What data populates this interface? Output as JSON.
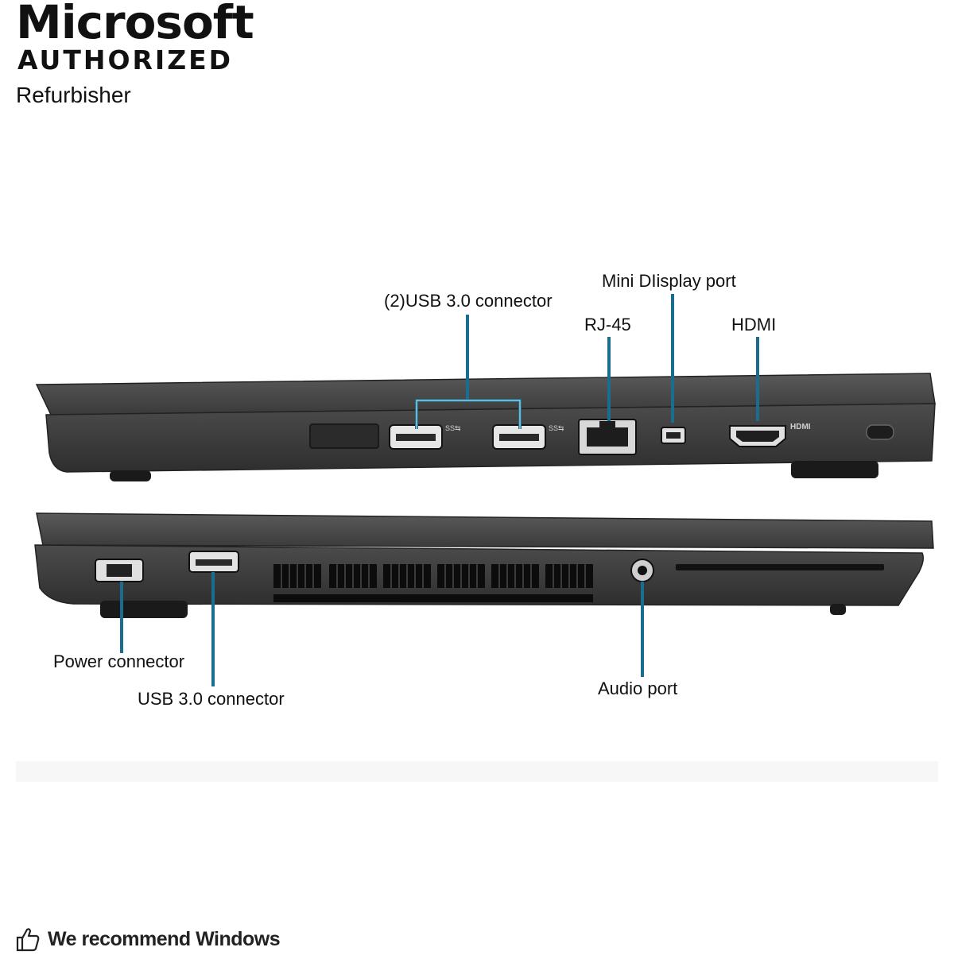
{
  "brand": {
    "name": "Microsoft",
    "badge": "AUTHORIZED",
    "role": "Refurbisher"
  },
  "callouts": {
    "usb_pair": "(2)USB 3.0 connector",
    "rj45": "RJ-45",
    "mini_displayport": "Mini DIisplay port",
    "hdmi": "HDMI",
    "power": "Power connector",
    "usb_left": "USB 3.0 connector",
    "audio": "Audio port"
  },
  "port_markings": {
    "hdmi_logo": "HDMI"
  },
  "footer": {
    "text": "We recommend Windows",
    "icon": "thumbs-up-icon"
  },
  "colors": {
    "callout_line": "#1a6d8f",
    "laptop_body": "#3e3e3e",
    "laptop_lid": "#4a4a4a",
    "background": "#ffffff"
  }
}
